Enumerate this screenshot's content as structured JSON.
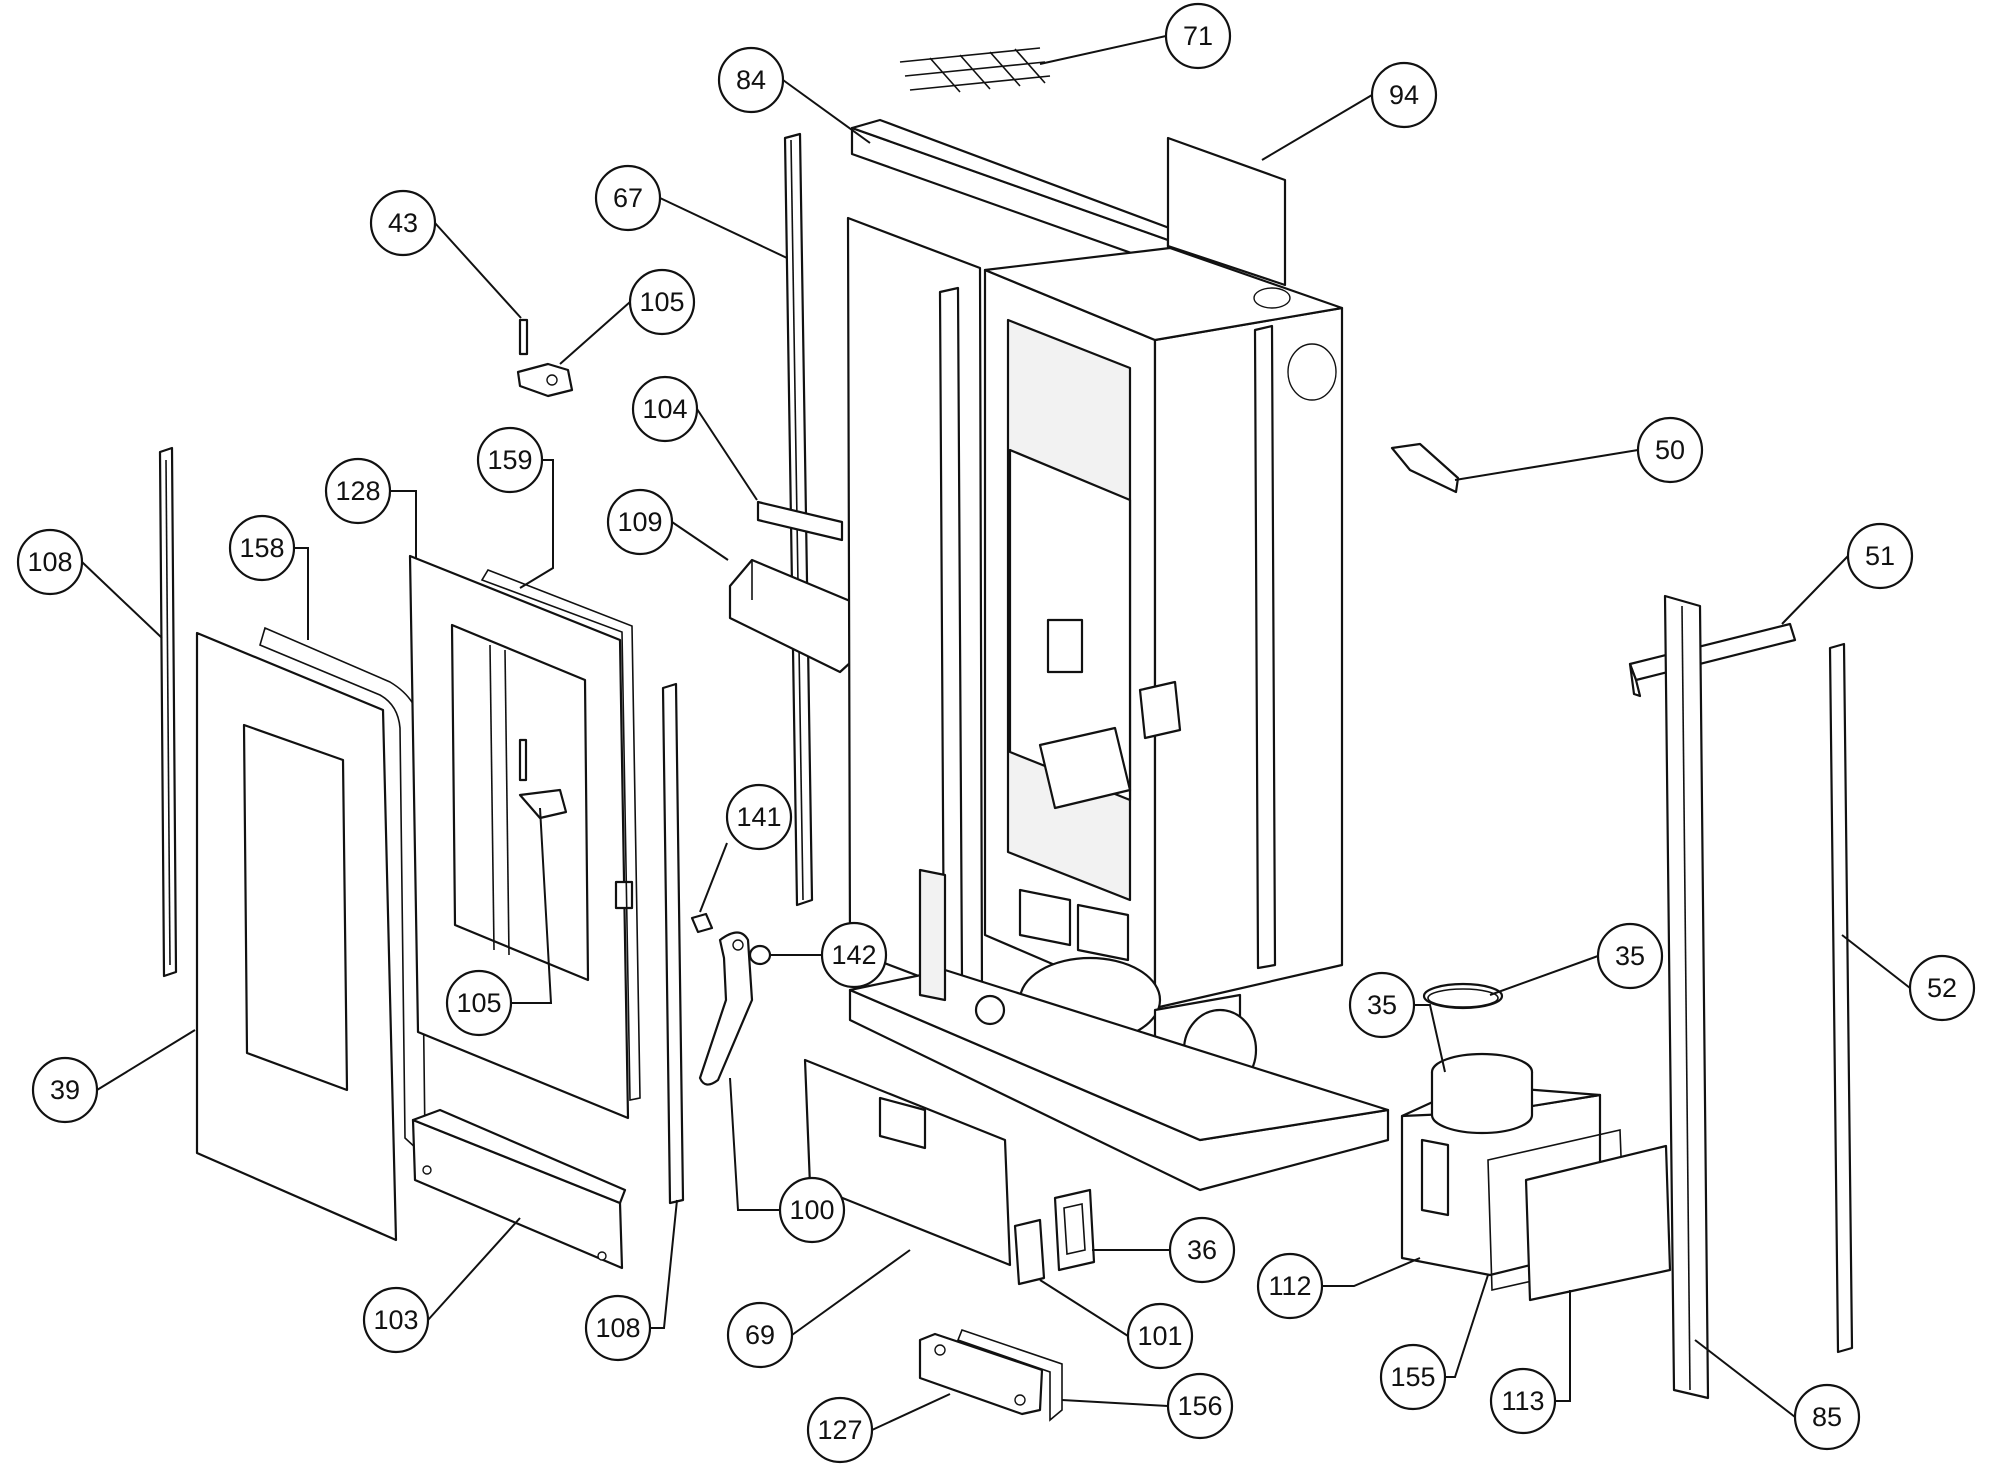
{
  "diagram": {
    "type": "exploded-parts-view",
    "callouts": [
      {
        "id": "c71",
        "label": "71"
      },
      {
        "id": "c84",
        "label": "84"
      },
      {
        "id": "c94",
        "label": "94"
      },
      {
        "id": "c67",
        "label": "67"
      },
      {
        "id": "c43",
        "label": "43"
      },
      {
        "id": "c105a",
        "label": "105"
      },
      {
        "id": "c104",
        "label": "104"
      },
      {
        "id": "c50",
        "label": "50"
      },
      {
        "id": "c159",
        "label": "159"
      },
      {
        "id": "c128",
        "label": "128"
      },
      {
        "id": "c109",
        "label": "109"
      },
      {
        "id": "c158",
        "label": "158"
      },
      {
        "id": "c108a",
        "label": "108"
      },
      {
        "id": "c51",
        "label": "51"
      },
      {
        "id": "c141",
        "label": "141"
      },
      {
        "id": "c142",
        "label": "142"
      },
      {
        "id": "c35a",
        "label": "35"
      },
      {
        "id": "c35b",
        "label": "35"
      },
      {
        "id": "c52",
        "label": "52"
      },
      {
        "id": "c105b",
        "label": "105"
      },
      {
        "id": "c39",
        "label": "39"
      },
      {
        "id": "c100",
        "label": "100"
      },
      {
        "id": "c36",
        "label": "36"
      },
      {
        "id": "c112",
        "label": "112"
      },
      {
        "id": "c103",
        "label": "103"
      },
      {
        "id": "c108b",
        "label": "108"
      },
      {
        "id": "c69",
        "label": "69"
      },
      {
        "id": "c101",
        "label": "101"
      },
      {
        "id": "c155",
        "label": "155"
      },
      {
        "id": "c113",
        "label": "113"
      },
      {
        "id": "c127",
        "label": "127"
      },
      {
        "id": "c156",
        "label": "156"
      },
      {
        "id": "c85",
        "label": "85"
      }
    ]
  }
}
